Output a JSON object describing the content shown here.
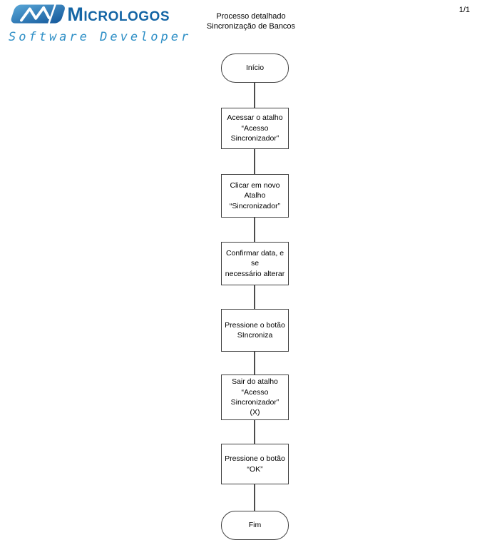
{
  "header": {
    "logo": {
      "wordmark": "Micrologos",
      "subtitle": "Software Developer",
      "brand_color": "#1465a5",
      "subtitle_color": "#2e8fc6",
      "icon": "micrologos-m-zigzag"
    },
    "title_line1": "Processo detalhado",
    "title_line2": "Sincronização de Bancos",
    "page_number": "1/1"
  },
  "flowchart": {
    "direction": "top-to-bottom",
    "nodes": [
      {
        "id": "start",
        "type": "terminator",
        "label": "Início"
      },
      {
        "id": "step1",
        "type": "process",
        "label": "Acessar o atalho\n“Acesso\nSincronizador”"
      },
      {
        "id": "step2",
        "type": "process",
        "label": "Clicar em novo\nAtalho\n“Sincronizador”"
      },
      {
        "id": "step3",
        "type": "process",
        "label": "Confirmar data, e se\nnecessário alterar"
      },
      {
        "id": "step4",
        "type": "process",
        "label": "Pressione o botão\nSIncroniza"
      },
      {
        "id": "step5",
        "type": "process",
        "label": "Sair do atalho\n“Acesso\nSincronizador”\n(X)"
      },
      {
        "id": "step6",
        "type": "process",
        "label": "Pressione o botão\n“OK”"
      },
      {
        "id": "end",
        "type": "terminator",
        "label": "Fim"
      }
    ],
    "edges": [
      [
        "start",
        "step1"
      ],
      [
        "step1",
        "step2"
      ],
      [
        "step2",
        "step3"
      ],
      [
        "step3",
        "step4"
      ],
      [
        "step4",
        "step5"
      ],
      [
        "step5",
        "step6"
      ],
      [
        "step6",
        "end"
      ]
    ],
    "line_color": "#404040",
    "fill_color": "#ffffff"
  }
}
